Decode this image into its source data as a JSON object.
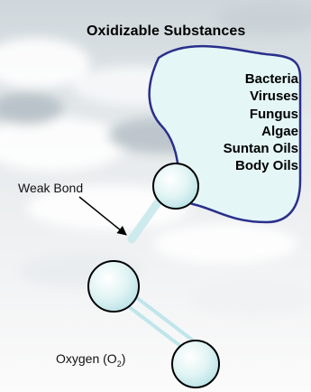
{
  "title": "Oxidizable Substances",
  "substances": [
    "Bacteria",
    "Viruses",
    "Fungus",
    "Algae",
    "Suntan Oils",
    "Body Oils"
  ],
  "labels": {
    "weak_bond": "Weak Bond",
    "oxygen_prefix": "Oxygen (O",
    "oxygen_subscript": "2",
    "oxygen_suffix": ")"
  },
  "colors": {
    "blob_outline": "#2a2f8c",
    "blob_fill": "#e4f6f6",
    "atom_fill": "#d8f0f0",
    "bond": "#bfe6ea"
  }
}
